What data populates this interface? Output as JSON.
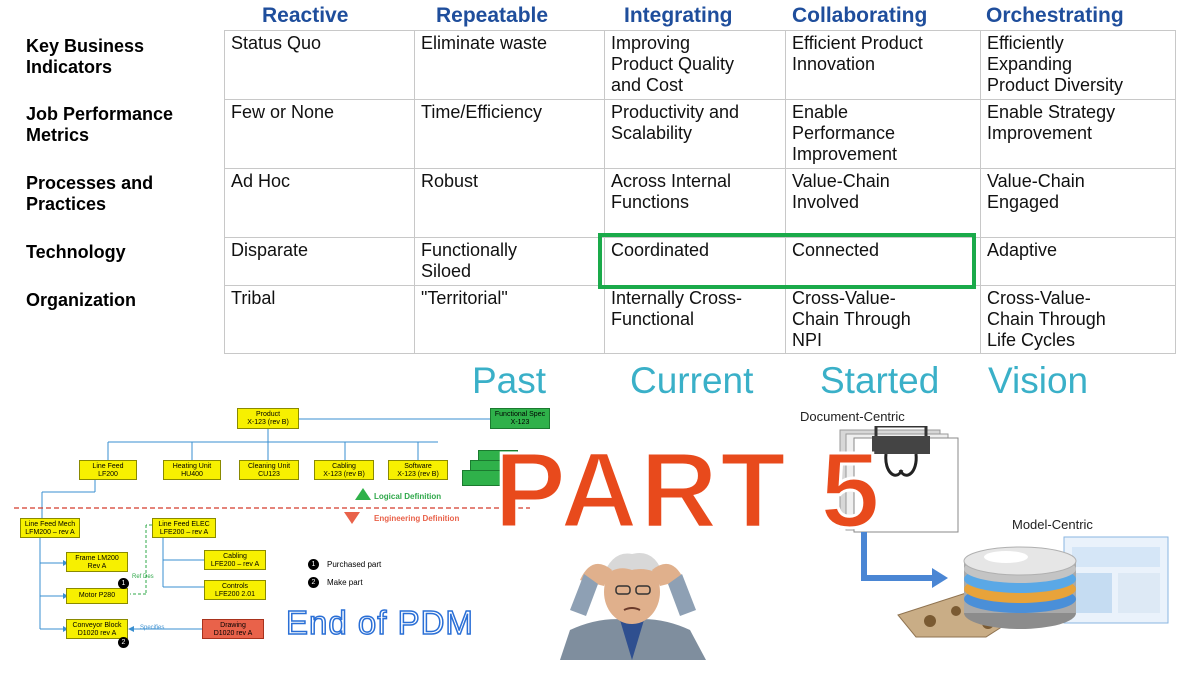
{
  "table": {
    "columns": [
      "Reactive",
      "Repeatable",
      "Integrating",
      "Collaborating",
      "Orchestrating"
    ],
    "rows": [
      {
        "label": [
          "Key Business",
          "Indicators"
        ],
        "cells": [
          [
            "Status Quo"
          ],
          [
            "Eliminate waste"
          ],
          [
            "Improving",
            "Product Quality",
            "and Cost"
          ],
          [
            "Efficient Product",
            "Innovation"
          ],
          [
            "Efficiently",
            "Expanding",
            "Product Diversity"
          ]
        ]
      },
      {
        "label": [
          "Job Performance",
          "Metrics"
        ],
        "cells": [
          [
            "Few or None"
          ],
          [
            "Time/Efficiency"
          ],
          [
            "Productivity and",
            "Scalability"
          ],
          [
            "Enable",
            "Performance",
            "Improvement"
          ],
          [
            "Enable Strategy",
            "Improvement"
          ]
        ]
      },
      {
        "label": [
          "Processes and",
          "Practices"
        ],
        "cells": [
          [
            "Ad Hoc"
          ],
          [
            "Robust"
          ],
          [
            "Across Internal",
            "Functions"
          ],
          [
            "Value-Chain",
            "Involved"
          ],
          [
            "Value-Chain",
            "Engaged"
          ]
        ]
      },
      {
        "label": [
          "Technology"
        ],
        "cells": [
          [
            "Disparate"
          ],
          [
            "Functionally",
            "Siloed"
          ],
          [
            "Coordinated"
          ],
          [
            "Connected"
          ],
          [
            "Adaptive"
          ]
        ]
      },
      {
        "label": [
          "Organization"
        ],
        "cells": [
          [
            "Tribal"
          ],
          [
            "\"Territorial\""
          ],
          [
            "Internally Cross-",
            "Functional"
          ],
          [
            "Cross-Value-",
            "Chain Through",
            "NPI"
          ],
          [
            "Cross-Value-",
            "Chain Through",
            "Life Cycles"
          ]
        ]
      }
    ],
    "highlight_color": "#1aaa4a",
    "header_color": "#1f4e9c"
  },
  "timeline": [
    "Past",
    "Current",
    "Started",
    "Vision"
  ],
  "tree": {
    "nodes": {
      "product": [
        "Product",
        "X-123 (rev B)"
      ],
      "functional_spec": [
        "Functional Spec",
        "X-123"
      ],
      "line_feed": [
        "Line Feed",
        "LF200"
      ],
      "heating_unit": [
        "Heating Unit",
        "HU400"
      ],
      "cleaning_unit": [
        "Cleaning Unit",
        "CU123"
      ],
      "cabling_top": [
        "Cabling",
        "X-123 (rev B)"
      ],
      "software": [
        "Software",
        "X-123 (rev B)"
      ],
      "line_feed_mech": [
        "Line Feed Mech",
        "LFM200 – rev A"
      ],
      "line_feed_elec": [
        "Line Feed ELEC",
        "LFE200 – rev A"
      ],
      "frame": [
        "Frame LM200",
        "Rev A"
      ],
      "motor": [
        "Motor P280"
      ],
      "conveyor": [
        "Conveyor Block",
        "D1020 rev A"
      ],
      "cabling_elec": [
        "Cabling",
        "LFE200 – rev A"
      ],
      "controls": [
        "Controls",
        "LFE200 2.01"
      ],
      "drawing": [
        "Drawing",
        "D1020 rev A"
      ]
    },
    "legend": {
      "logical": "Logical Definition",
      "engineering": "Engineering Definition",
      "purchased_num": "1",
      "purchased": "Purchased part",
      "make_num": "2",
      "make": "Make part"
    },
    "ref_des": "Ref Des",
    "specifies": "Specifies",
    "colors": {
      "part": "#f7f000",
      "spec": "#2fb14a",
      "drawing": "#e9624a",
      "link": "#3a8fd0"
    }
  },
  "overlay": {
    "part": "PART 5",
    "end": "End of PDM"
  },
  "illustration": {
    "document": "Document-Centric",
    "model": "Model-Centric",
    "arrow_color": "#4a86d4"
  }
}
